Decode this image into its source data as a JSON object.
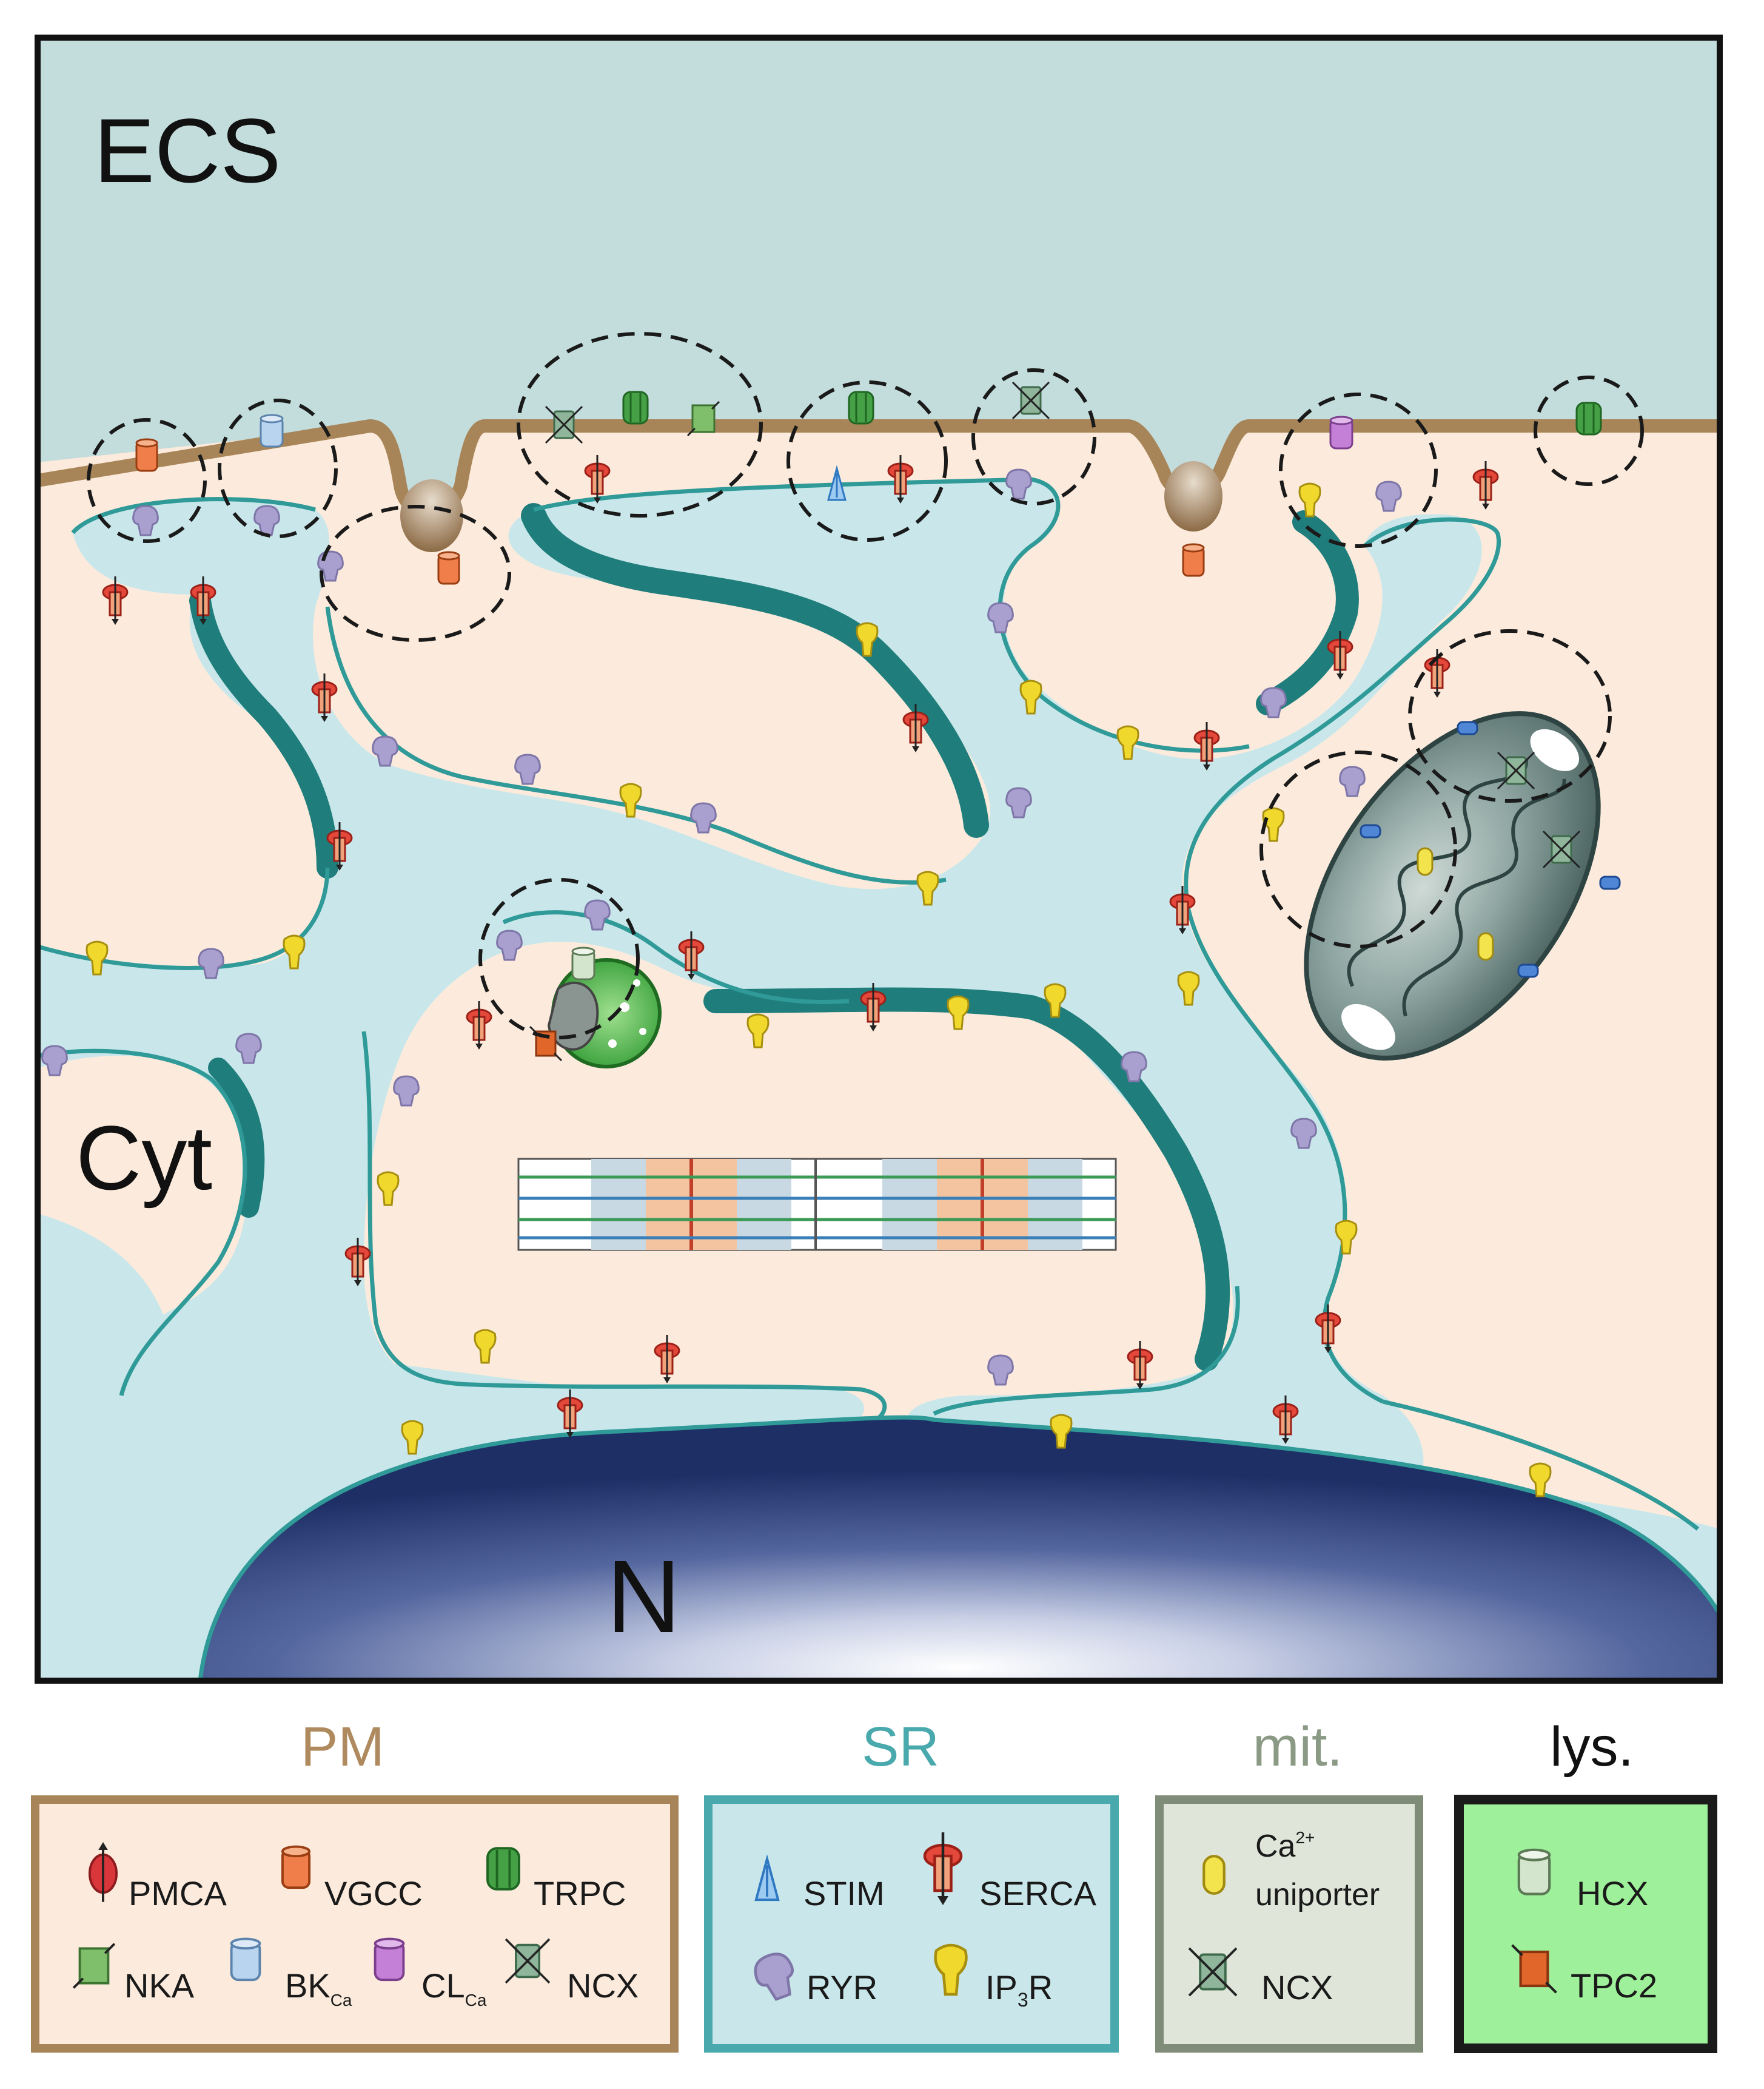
{
  "regions": {
    "ecs": "ECS",
    "cyt": "Cyt",
    "nucleus": "N"
  },
  "colors": {
    "ecs": "#c3dcdc",
    "cytoplasm": "#fcebdc",
    "plasma_membrane": "#a88558",
    "sr_lumen": "#c9e7ea",
    "sr_membrane": "#2f9a98",
    "sr_thick": "#1f7d7c",
    "nucleus": "#2a3f7a",
    "mitochondrion": "#4f6a68",
    "lysosome": "#4fbb4a",
    "pmca": "#d9363b",
    "vgcc": "#ef7e4a",
    "trpc": "#45a046",
    "nka": "#7fbe6a",
    "bkca": "#b8d4ef",
    "clca": "#c47fd6",
    "ncx": "#8fb59a",
    "stim": "#4f9de0",
    "serca": "#e4483a",
    "ryr": "#a9a0cf",
    "ip3r": "#f1d82c",
    "uniporter": "#f3e34c",
    "hcx": "#d4e5cd",
    "tpc2": "#e0662a"
  },
  "icons": [
    "pmca-icon",
    "vgcc-icon",
    "trpc-icon",
    "nka-icon",
    "bkca-icon",
    "clca-icon",
    "ncx-icon",
    "stim-icon",
    "serca-icon",
    "ryr-icon",
    "ip3r-icon",
    "uniporter-icon",
    "hcx-icon",
    "tpc2-icon"
  ],
  "legend": {
    "pm": {
      "title": "PM",
      "items": {
        "pmca": "PMCA",
        "vgcc": "VGCC",
        "trpc": "TRPC",
        "nka": "NKA",
        "bkca": "BK",
        "bkca_sub": "Ca",
        "clca": "CL",
        "clca_sub": "Ca",
        "ncx": "NCX"
      }
    },
    "sr": {
      "title": "SR",
      "items": {
        "stim": "STIM",
        "serca": "SERCA",
        "ryr": "RYR",
        "ip3r_pre": "IP",
        "ip3r_sub": "3",
        "ip3r_post": "R"
      }
    },
    "mit": {
      "title": "mit.",
      "items": {
        "uniporter_line1": "Ca",
        "uniporter_sup": "2+",
        "uniporter_line2": "uniporter",
        "ncx": "NCX"
      }
    },
    "lys": {
      "title": "lys.",
      "items": {
        "hcx": "HCX",
        "tpc2": "TPC2"
      }
    }
  }
}
